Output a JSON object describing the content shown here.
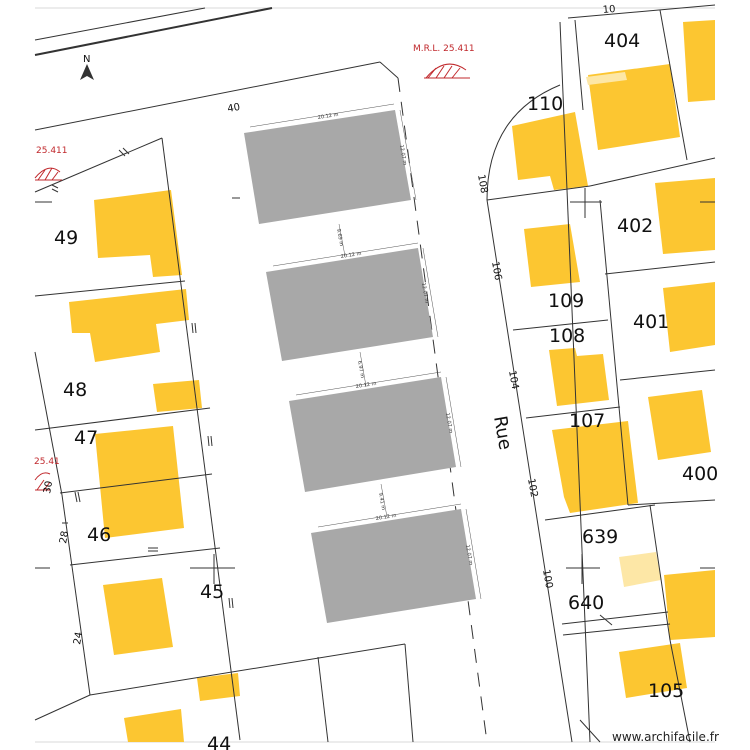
{
  "map": {
    "north_label": "N",
    "street_name": "Rue",
    "mrl_labels": [
      "M.R.L. 25.411",
      "25.411",
      "25.41"
    ],
    "parcel_numbers": [
      "404",
      "110",
      "402",
      "109",
      "401",
      "108",
      "107",
      "400",
      "639",
      "640",
      "105",
      "49",
      "48",
      "47",
      "46",
      "45",
      "44",
      "108",
      "106",
      "104",
      "102",
      "100",
      "40",
      "30",
      "28",
      "24",
      "10"
    ],
    "buildings": [
      {
        "width_label": "20.12 m",
        "depth_label": "12.07 m"
      },
      {
        "width_label": "20.12 m",
        "depth_label": "12.07 m"
      },
      {
        "width_label": "20.12 m",
        "depth_label": "12.07 m"
      },
      {
        "width_label": "20.12 m",
        "depth_label": "12.07 m"
      }
    ],
    "gap_labels": [
      "9.69 m",
      "6.97 m",
      "9.41 m"
    ],
    "colors": {
      "house": "#fcc631",
      "house_light": "#fde7a6",
      "new_building": "#a8a8a8",
      "lines": "#333333",
      "mrl": "#c0282c"
    }
  },
  "watermark": "www.archifacile.fr"
}
